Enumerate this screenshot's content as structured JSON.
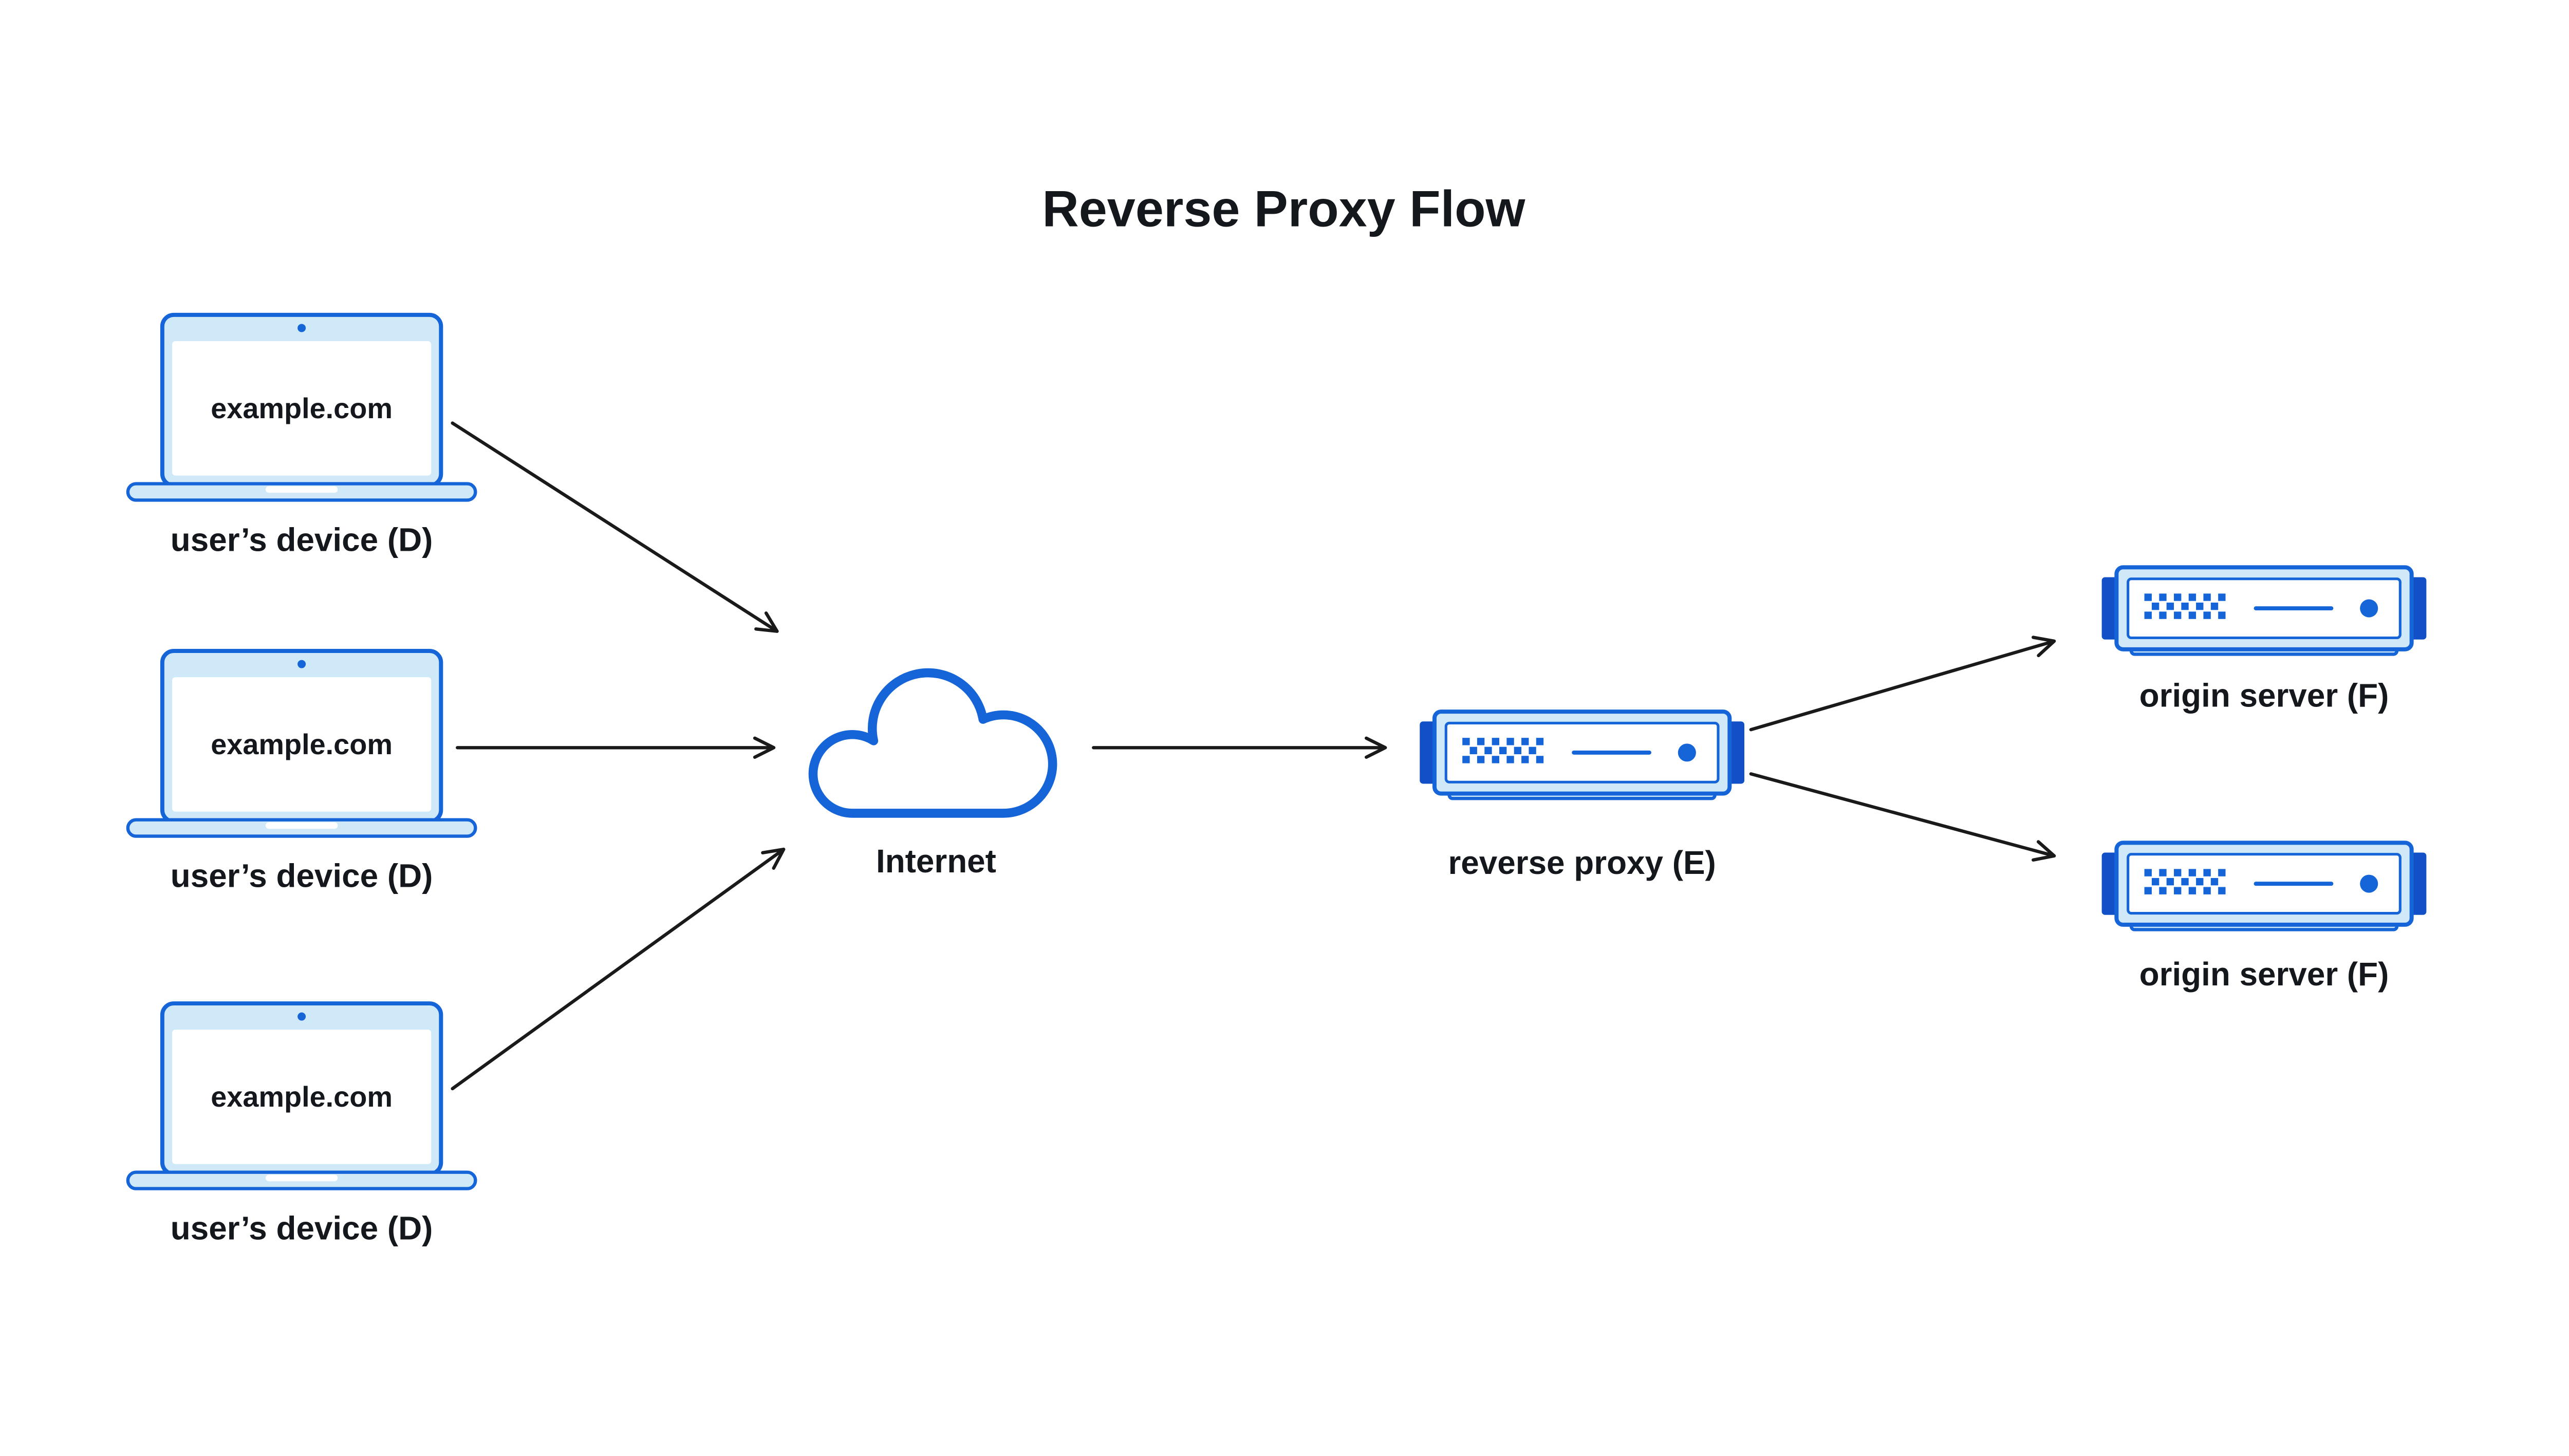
{
  "title": "Reverse Proxy Flow",
  "devices": [
    {
      "screen_label": "example.com",
      "caption": "user’s device (D)"
    },
    {
      "screen_label": "example.com",
      "caption": "user’s device (D)"
    },
    {
      "screen_label": "example.com",
      "caption": "user’s device (D)"
    }
  ],
  "internet": {
    "label": "Internet"
  },
  "reverse_proxy": {
    "label": "reverse proxy (E)"
  },
  "origin_servers": [
    {
      "label": "origin server (F)"
    },
    {
      "label": "origin server (F)"
    }
  ],
  "colors": {
    "accent_blue": "#1565d8",
    "light_blue": "#cfe9f8",
    "dark_blue": "#1150c6",
    "arrow_black": "#1a1a1a",
    "text_dark": "#14181d"
  }
}
